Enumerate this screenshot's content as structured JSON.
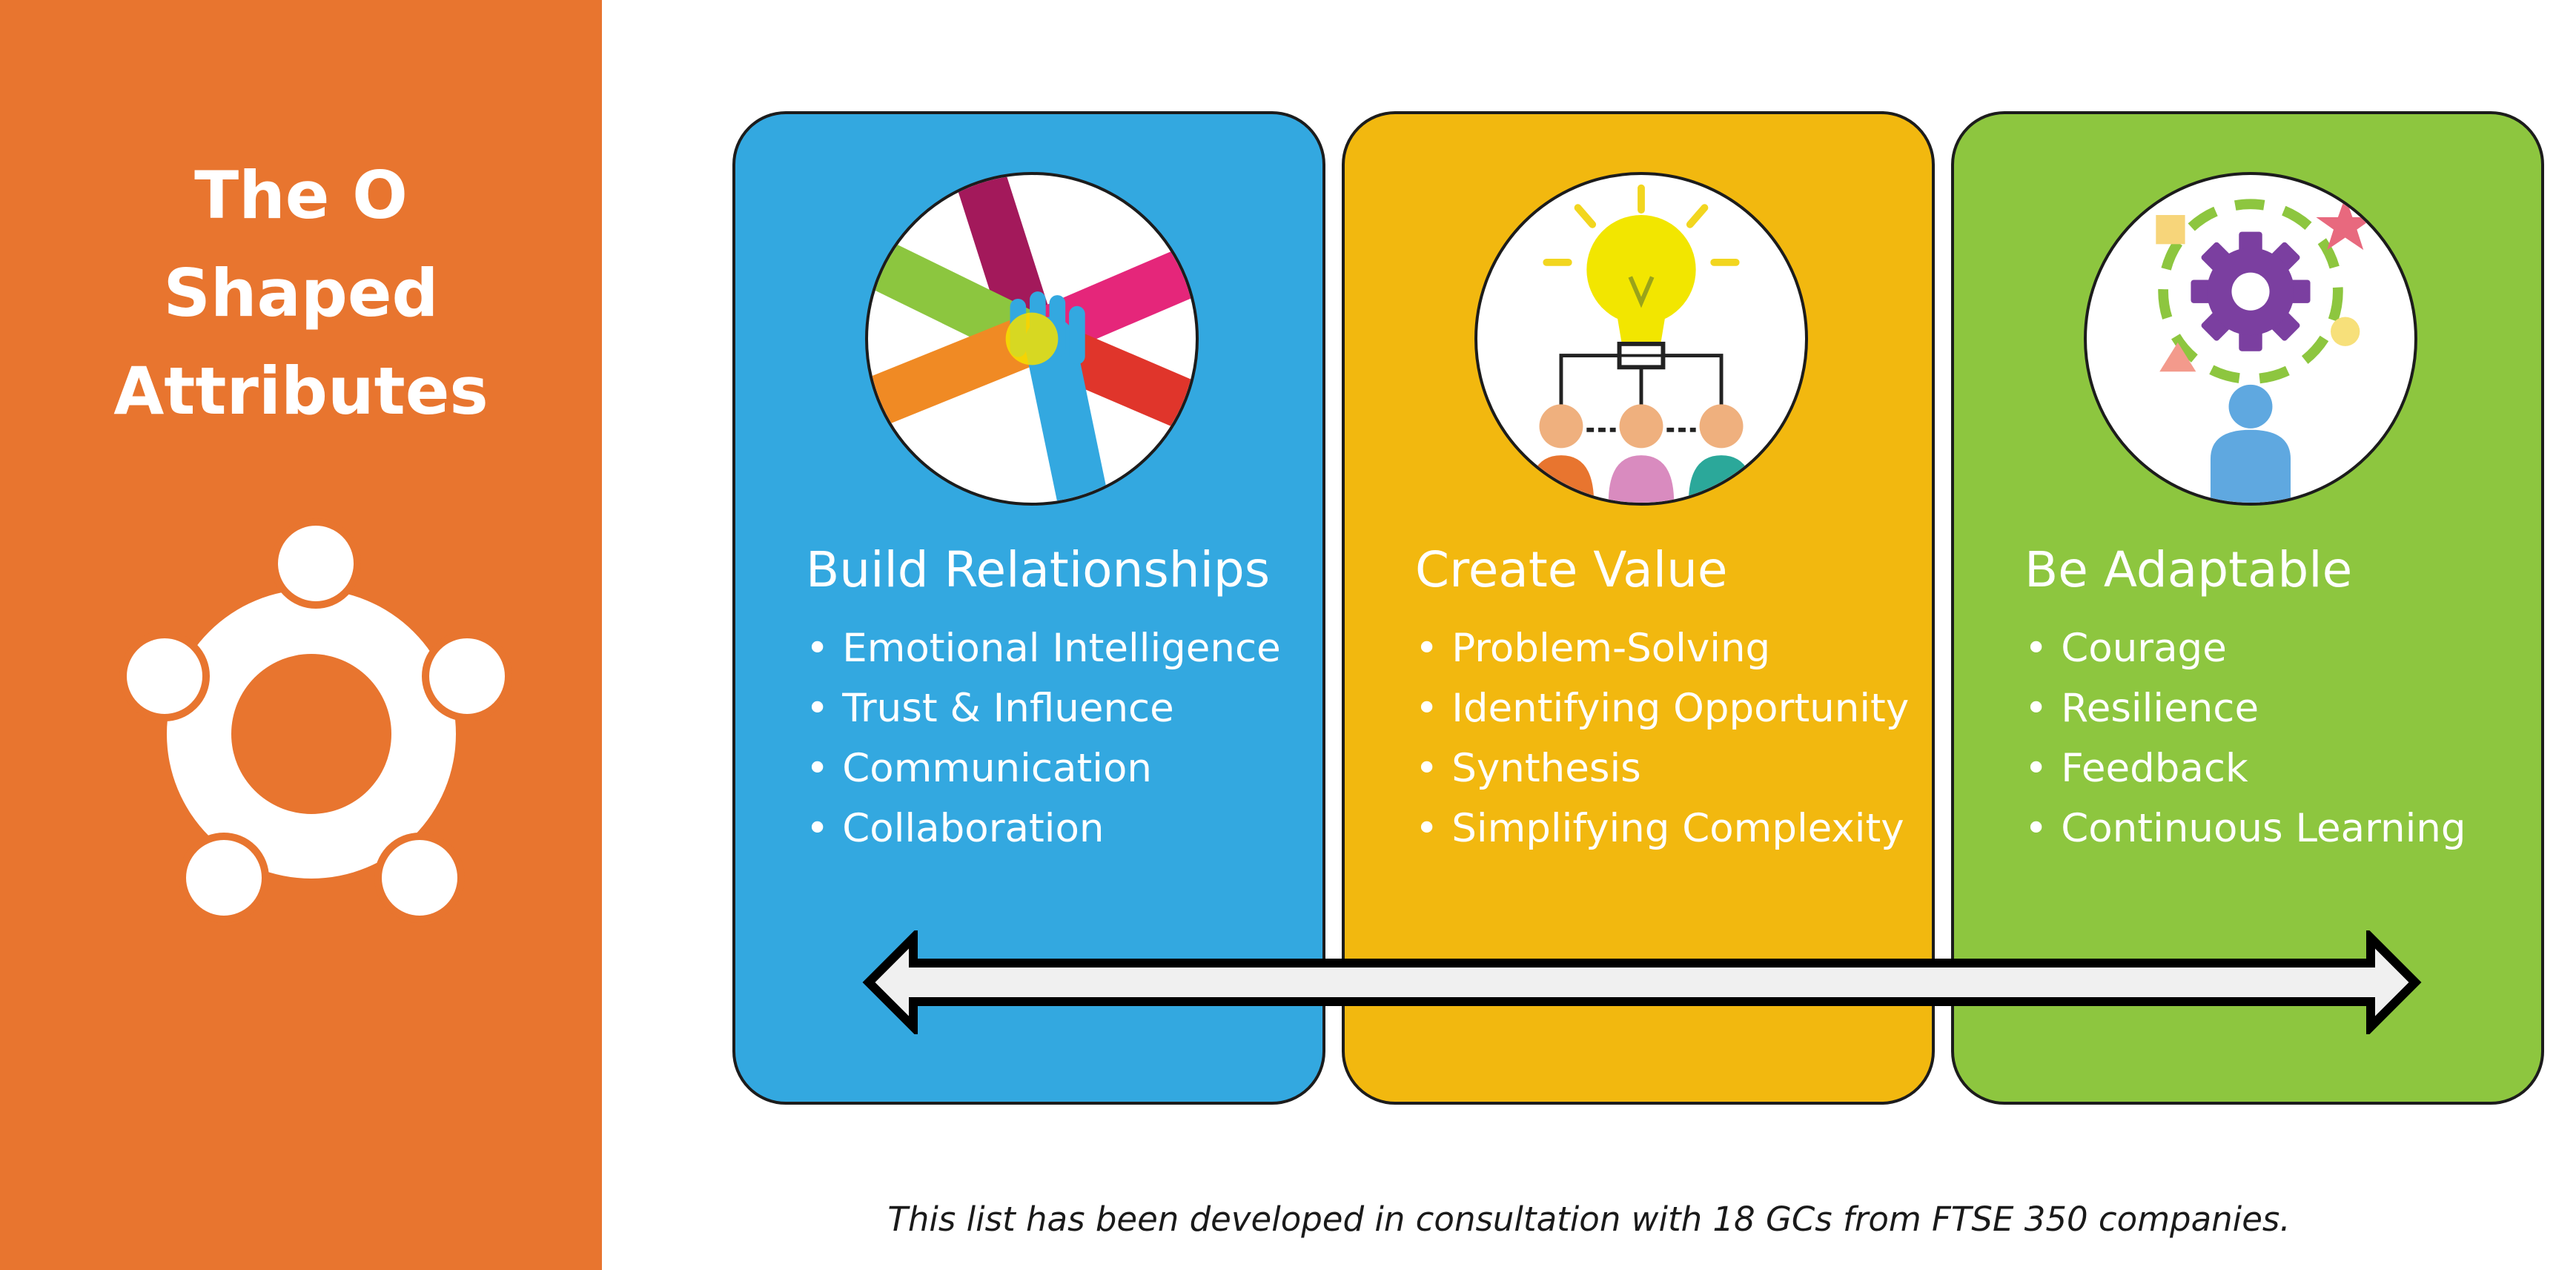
{
  "sidebar": {
    "title_lines": [
      "The O",
      "Shaped",
      "Attributes"
    ],
    "logo_icon": "people-circle-icon",
    "background": "#E8752F"
  },
  "cards": [
    {
      "title": "Build Relationships",
      "color": "#33A8E0",
      "icon": "hands-together-icon",
      "items": [
        "Emotional Intelligence",
        "Trust & Influence",
        "Communication",
        "Collaboration"
      ]
    },
    {
      "title": "Create Value",
      "color": "#F2B80F",
      "icon": "lightbulb-team-icon",
      "items": [
        "Problem-Solving",
        "Identifying Opportunity",
        "Synthesis",
        "Simplifying Complexity"
      ]
    },
    {
      "title": "Be Adaptable",
      "color": "#8DC63F",
      "icon": "gear-person-icon",
      "items": [
        "Courage",
        "Resilience",
        "Feedback",
        "Continuous Learning"
      ]
    }
  ],
  "arrow_icon": "double-arrow-icon",
  "footnote": "This list has been developed in consultation with 18 GCs from FTSE 350 companies."
}
